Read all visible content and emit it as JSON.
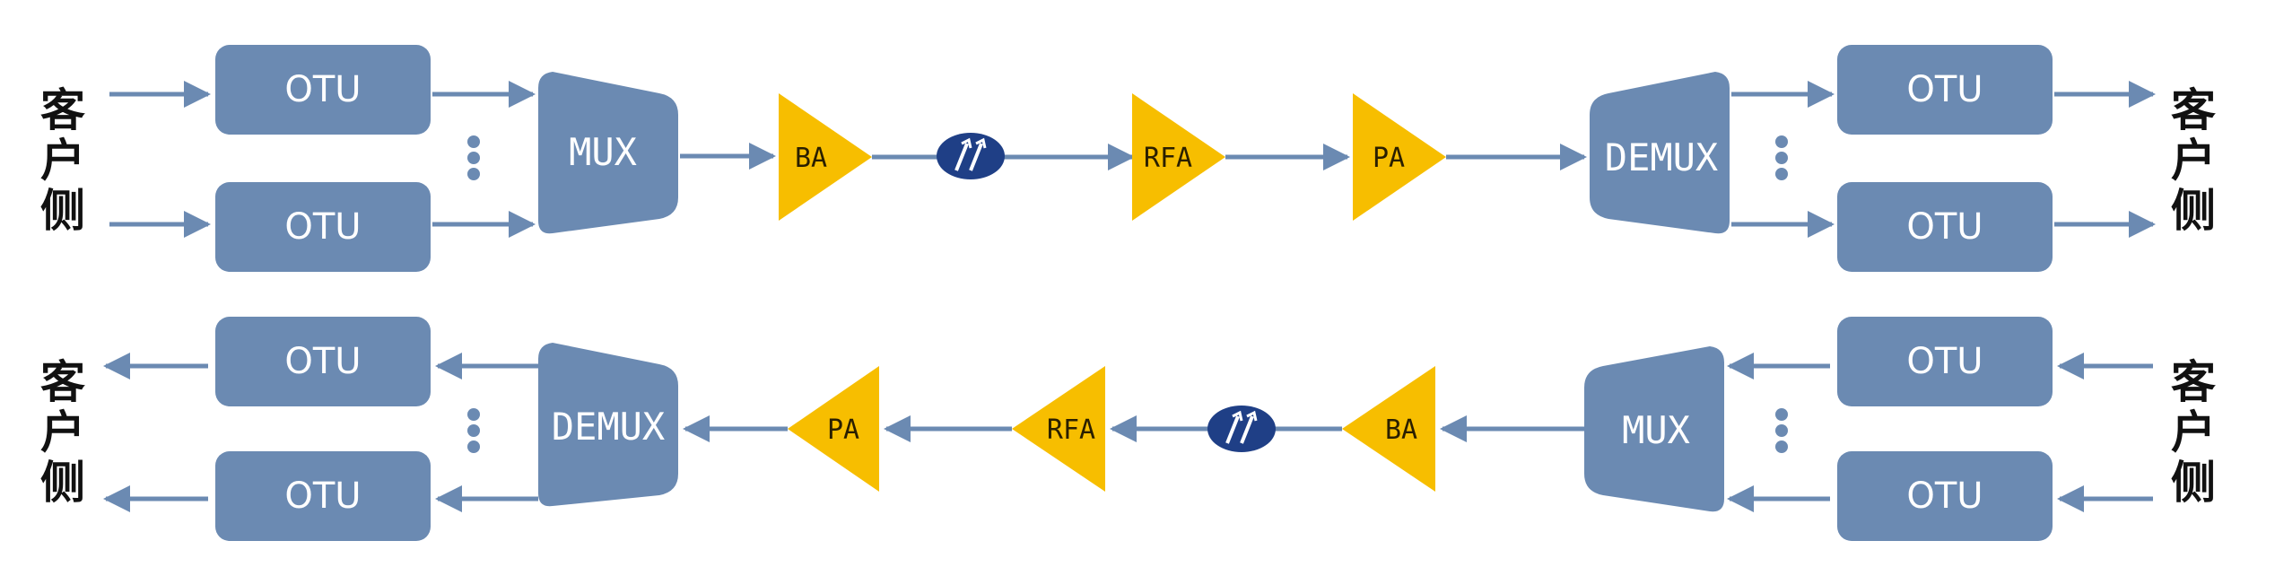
{
  "labels": {
    "otu": "OTU",
    "mux": "MUX",
    "demux": "DEMUX",
    "ba": "BA",
    "rfa": "RFA",
    "pa": "PA",
    "client_side": [
      "客",
      "户",
      "侧"
    ]
  },
  "colors": {
    "box": "#6b8ab2",
    "amplifier": "#f7be00",
    "arrow": "#6b8ab2",
    "fiber": "#1f3f86"
  },
  "icons": {
    "fiber": "double-up-arrow-icon",
    "ellipsis": "vertical-dots-icon"
  }
}
